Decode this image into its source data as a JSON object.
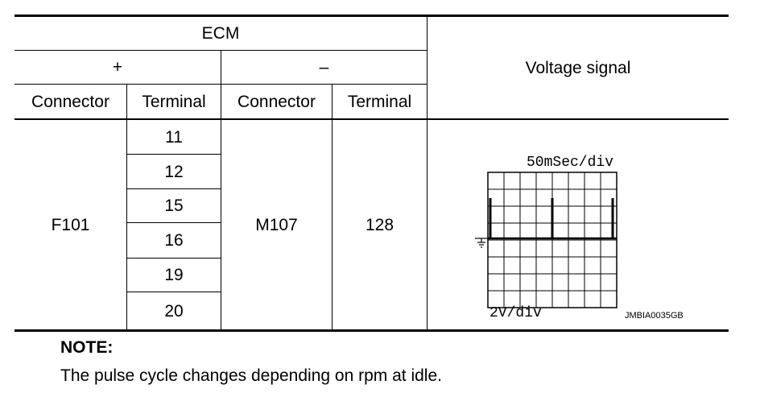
{
  "table": {
    "header": {
      "ecm": "ECM",
      "plus": "+",
      "minus": "–",
      "voltage_signal": "Voltage signal",
      "plus_connector": "Connector",
      "plus_terminal": "Terminal",
      "minus_connector": "Connector",
      "minus_terminal": "Terminal"
    },
    "plus_connector_value": "F101",
    "plus_terminals": [
      "11",
      "12",
      "15",
      "16",
      "19",
      "20"
    ],
    "minus_connector_value": "M107",
    "minus_terminal_value": "128"
  },
  "scope": {
    "time_div": "50mSec/div",
    "volt_div": "2V/div",
    "code": "JMBIA0035GB",
    "ground_icon": "ground-icon"
  },
  "note": {
    "title": "NOTE:",
    "text": "The pulse cycle changes depending on rpm at idle."
  }
}
